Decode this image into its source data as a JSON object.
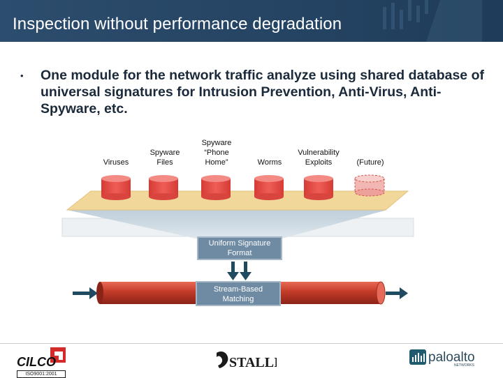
{
  "title": "Inspection without performance degradation",
  "bullet_char": "•",
  "body_text": "One module for the network traffic analyze using shared database of universal signatures for Intrusion Prevention, Anti-Virus, Anti-Spyware, etc.",
  "diagram": {
    "databases": [
      {
        "label_lines": [
          "Viruses"
        ],
        "style": "solid"
      },
      {
        "label_lines": [
          "Spyware",
          "Files"
        ],
        "style": "solid"
      },
      {
        "label_lines": [
          "Spyware",
          "“Phone",
          "Home”"
        ],
        "style": "solid"
      },
      {
        "label_lines": [
          "Worms"
        ],
        "style": "solid"
      },
      {
        "label_lines": [
          "Vulnerability",
          "Exploits"
        ],
        "style": "solid"
      },
      {
        "label_lines": [
          "(Future)"
        ],
        "style": "dashed"
      }
    ],
    "format_box": [
      "Uniform Signature",
      "Format"
    ],
    "matching_box": [
      "Stream-Based",
      "Matching"
    ],
    "colors": {
      "header": "#2d4d6e",
      "database": "#e8504d",
      "database_future": "#f3b7b3",
      "shelf": "#f2d79a",
      "box": "#6f8ba3",
      "pipe": "#c0392b",
      "arrow": "#1f4a5f"
    }
  },
  "footer": {
    "left_logo": "CILCO",
    "left_caption": "ISO9001:2001",
    "center_logo": "STALLION",
    "right_logo": "paloalto",
    "right_logo_sub": "NETWORKS"
  }
}
